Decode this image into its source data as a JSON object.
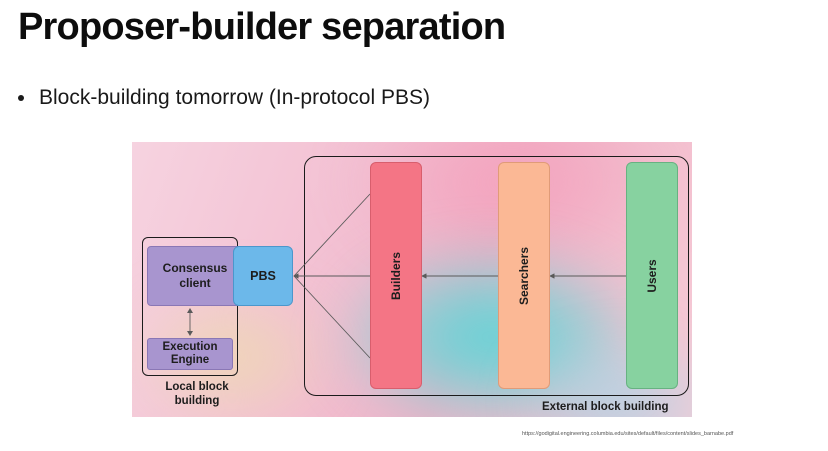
{
  "slide": {
    "title": "Proposer-builder separation",
    "bullet": "Block-building tomorrow (In-protocol PBS)",
    "source_url": "https://godigital.engineering.columbia.edu/sites/default/files/content/slides_barnabe.pdf"
  },
  "diagram": {
    "consensus_client": "Consensus client",
    "execution_engine": "Execution Engine",
    "pbs": "PBS",
    "builders": "Builders",
    "searchers": "Searchers",
    "users": "Users",
    "local_caption": "Local block building",
    "external_caption": "External block building"
  }
}
